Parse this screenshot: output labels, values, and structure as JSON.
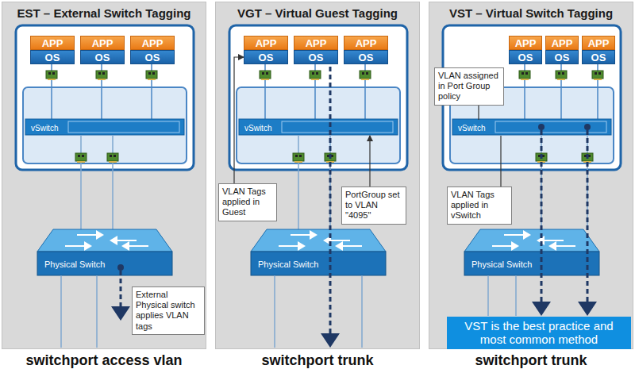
{
  "diagram": {
    "nodes": [
      {
        "text": [
          "EST – External Switch Tagging"
        ]
      },
      {
        "text": [
          "APP"
        ],
        "in": 0
      },
      {
        "text": [
          "OS"
        ],
        "in": 0
      },
      {
        "text": [
          "APP"
        ],
        "in": 0
      },
      {
        "text": [
          "OS"
        ],
        "in": 0
      },
      {
        "text": [
          "APP"
        ],
        "in": 0
      },
      {
        "text": [
          "OS"
        ],
        "in": 0
      },
      {
        "text": [
          "vSwitch"
        ],
        "in": 0
      },
      {
        "text": [
          "Physical Switch"
        ],
        "in": 0
      },
      {
        "text": [
          "External Physical switch applies VLAN tags"
        ],
        "in": 0
      },
      {
        "text": [
          "VGT – Virtual Guest Tagging"
        ]
      },
      {
        "text": [
          "APP"
        ],
        "in": 10
      },
      {
        "text": [
          "OS"
        ],
        "in": 10
      },
      {
        "text": [
          "APP"
        ],
        "in": 10
      },
      {
        "text": [
          "OS"
        ],
        "in": 10
      },
      {
        "text": [
          "APP"
        ],
        "in": 10
      },
      {
        "text": [
          "OS"
        ],
        "in": 10
      },
      {
        "text": [
          "vSwitch"
        ],
        "in": 10
      },
      {
        "text": [
          "VLAN Tags applied in Guest"
        ],
        "in": 10
      },
      {
        "text": [
          "PortGroup set to VLAN \"4095\""
        ],
        "in": 10
      },
      {
        "text": [
          "Physical Switch"
        ],
        "in": 10
      },
      {
        "text": [
          "VST – Virtual Switch Tagging"
        ]
      },
      {
        "text": [
          "APP"
        ],
        "in": 21
      },
      {
        "text": [
          "OS"
        ],
        "in": 21
      },
      {
        "text": [
          "APP"
        ],
        "in": 21
      },
      {
        "text": [
          "OS"
        ],
        "in": 21
      },
      {
        "text": [
          "APP"
        ],
        "in": 21
      },
      {
        "text": [
          "OS"
        ],
        "in": 21
      },
      {
        "text": [
          "VLAN assigned in Port Group policy"
        ],
        "in": 21
      },
      {
        "text": [
          "vSwitch"
        ],
        "in": 21
      },
      {
        "text": [
          "VLAN Tags applied in vSwitch"
        ],
        "in": 21
      },
      {
        "text": [
          "Physical Switch"
        ],
        "in": 21
      },
      {
        "text": [
          "VST is the best practice and most common method"
        ],
        "in": 21
      }
    ],
    "edges": [
      {
        "from": 18,
        "to": 12,
        "arrow": "to"
      },
      {
        "from": 19,
        "to": 17,
        "arrow": "to"
      },
      {
        "from": 28,
        "to": 29,
        "arrow": "none"
      },
      {
        "from": 30,
        "to": 29,
        "arrow": "none"
      }
    ],
    "labels": [
      "switchport access vlan",
      "switchport trunk",
      "switchport trunk"
    ]
  }
}
